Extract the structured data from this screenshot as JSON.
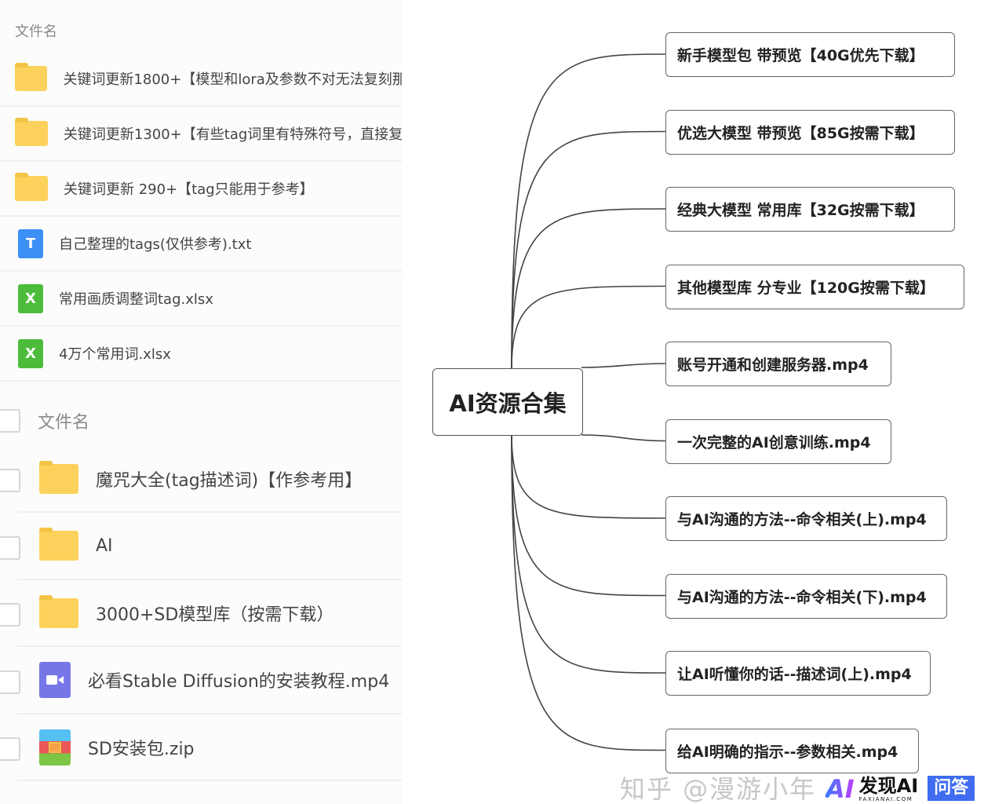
{
  "file_list_top": {
    "header": "文件名",
    "items": [
      {
        "type": "folder",
        "name": "关键词更新1800+【模型和lora及参数不对无法复刻那"
      },
      {
        "type": "folder",
        "name": "关键词更新1300+【有些tag词里有特殊符号，直接复"
      },
      {
        "type": "folder",
        "name": "关键词更新 290+【tag只能用于参考】"
      },
      {
        "type": "txt",
        "icon_label": "T",
        "name": "自己整理的tags(仅供参考).txt"
      },
      {
        "type": "xlsx",
        "icon_label": "X",
        "name": "常用画质调整词tag.xlsx"
      },
      {
        "type": "xlsx",
        "icon_label": "X",
        "name": "4万个常用词.xlsx"
      }
    ]
  },
  "file_list_bottom": {
    "header": "文件名",
    "items": [
      {
        "type": "folder",
        "name": "魔咒大全(tag描述词)【作参考用】"
      },
      {
        "type": "folder",
        "name": "AI"
      },
      {
        "type": "folder",
        "name": "3000+SD模型库（按需下载）"
      },
      {
        "type": "video",
        "name": "必看Stable Diffusion的安装教程.mp4"
      },
      {
        "type": "zip",
        "name": "SD安装包.zip"
      }
    ]
  },
  "mindmap": {
    "root": "AI资源合集",
    "nodes": [
      "新手模型包 带预览【40G优先下载】",
      "优选大模型 带预览【85G按需下载】",
      "经典大模型 常用库【32G按需下载】",
      "其他模型库 分专业【120G按需下载】",
      "账号开通和创建服务器.mp4",
      "一次完整的AI创意训练.mp4",
      "与AI沟通的方法--命令相关(上).mp4",
      "与AI沟通的方法--命令相关(下).mp4",
      "让AI听懂你的话--描述词(上).mp4",
      "给AI明确的指示--参数相关.mp4"
    ]
  },
  "watermark": "知乎 @漫游小年",
  "logo": {
    "mark": "AI",
    "name": "发现AI",
    "domain": "FAXIANAI.COM",
    "badge": "问答"
  }
}
